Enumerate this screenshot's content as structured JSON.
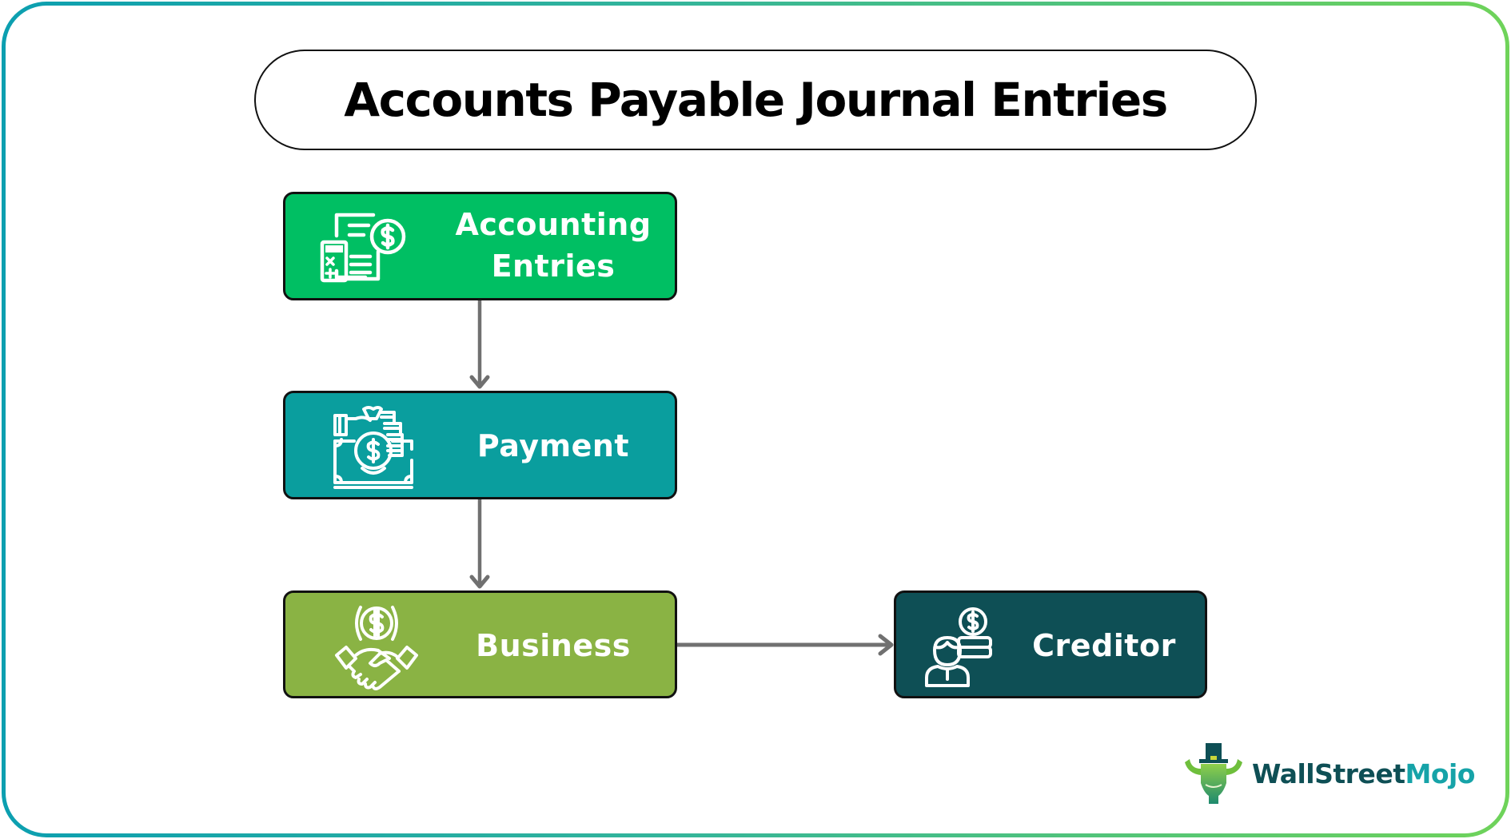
{
  "title": "Accounts Payable Journal Entries",
  "colors": {
    "frame_gradient_start": "#0c9fb0",
    "frame_gradient_end": "#6fd35a",
    "accounting_entries": "#00bf63",
    "payment": "#0a9e9e",
    "business": "#8ab344",
    "creditor": "#0e4f55",
    "arrow": "#707070"
  },
  "nodes": [
    {
      "id": "accounting-entries",
      "label_line1": "Accounting",
      "label_line2": "Entries",
      "icon": "calculator-document-dollar-icon"
    },
    {
      "id": "payment",
      "label": "Payment",
      "icon": "money-bag-cash-icon"
    },
    {
      "id": "business",
      "label": "Business",
      "icon": "handshake-dollar-icon"
    },
    {
      "id": "creditor",
      "label": "Creditor",
      "icon": "person-coins-icon"
    }
  ],
  "edges": [
    {
      "from": "accounting-entries",
      "to": "payment",
      "direction": "down"
    },
    {
      "from": "payment",
      "to": "business",
      "direction": "down"
    },
    {
      "from": "business",
      "to": "creditor",
      "direction": "right"
    }
  ],
  "logo": {
    "part1": "WallStreet",
    "part2": "Mojo"
  }
}
